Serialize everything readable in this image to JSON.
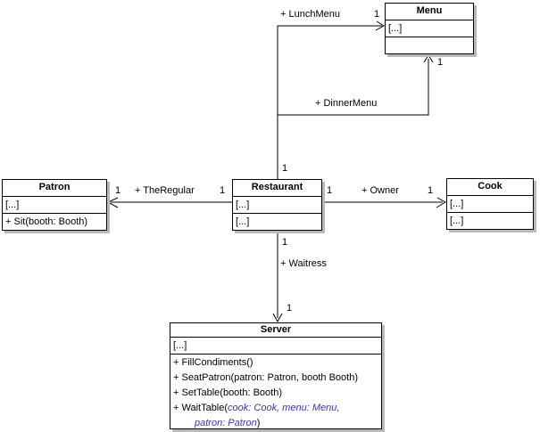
{
  "colors": {
    "line": "#000000",
    "box_fill": "#ffffff",
    "box_shadow": "#b9b9b9",
    "wait_table_params": "#3333cc"
  },
  "classes": {
    "menu": {
      "name": "Menu",
      "attributes": [
        "[...]"
      ],
      "methods": []
    },
    "patron": {
      "name": "Patron",
      "attributes": [
        "[...]"
      ],
      "methods": [
        "+ Sit(booth: Booth)"
      ]
    },
    "restaurant": {
      "name": "Restaurant",
      "attributes": [
        "[...]"
      ],
      "methods": [
        "[...]"
      ]
    },
    "cook": {
      "name": "Cook",
      "attributes": [
        "[...]"
      ],
      "methods": [
        "[...]"
      ]
    },
    "server": {
      "name": "Server",
      "attributes": [
        "[...]"
      ],
      "methods": [
        "+ FillCondiments()",
        "+ SeatPatron(patron: Patron, booth Booth)",
        "+ SetTable(booth: Booth)"
      ],
      "wait_table": {
        "prefix": "+ WaitTable(",
        "params_line1": "cook: Cook, menu: Menu,",
        "params_line2": "patron: Patron",
        "suffix": ")"
      }
    }
  },
  "associations": {
    "lunch": {
      "label": "+ LunchMenu",
      "source_mult": "1",
      "target_mult": "1"
    },
    "dinner": {
      "label": "+ DinnerMenu",
      "target_mult": "1"
    },
    "regular": {
      "label": "+ TheRegular",
      "source_mult": "1",
      "target_mult": "1"
    },
    "owner": {
      "label": "+ Owner",
      "source_mult": "1",
      "target_mult": "1"
    },
    "waitress": {
      "label": "+ Waitress",
      "source_mult": "1",
      "target_mult": "1"
    }
  }
}
